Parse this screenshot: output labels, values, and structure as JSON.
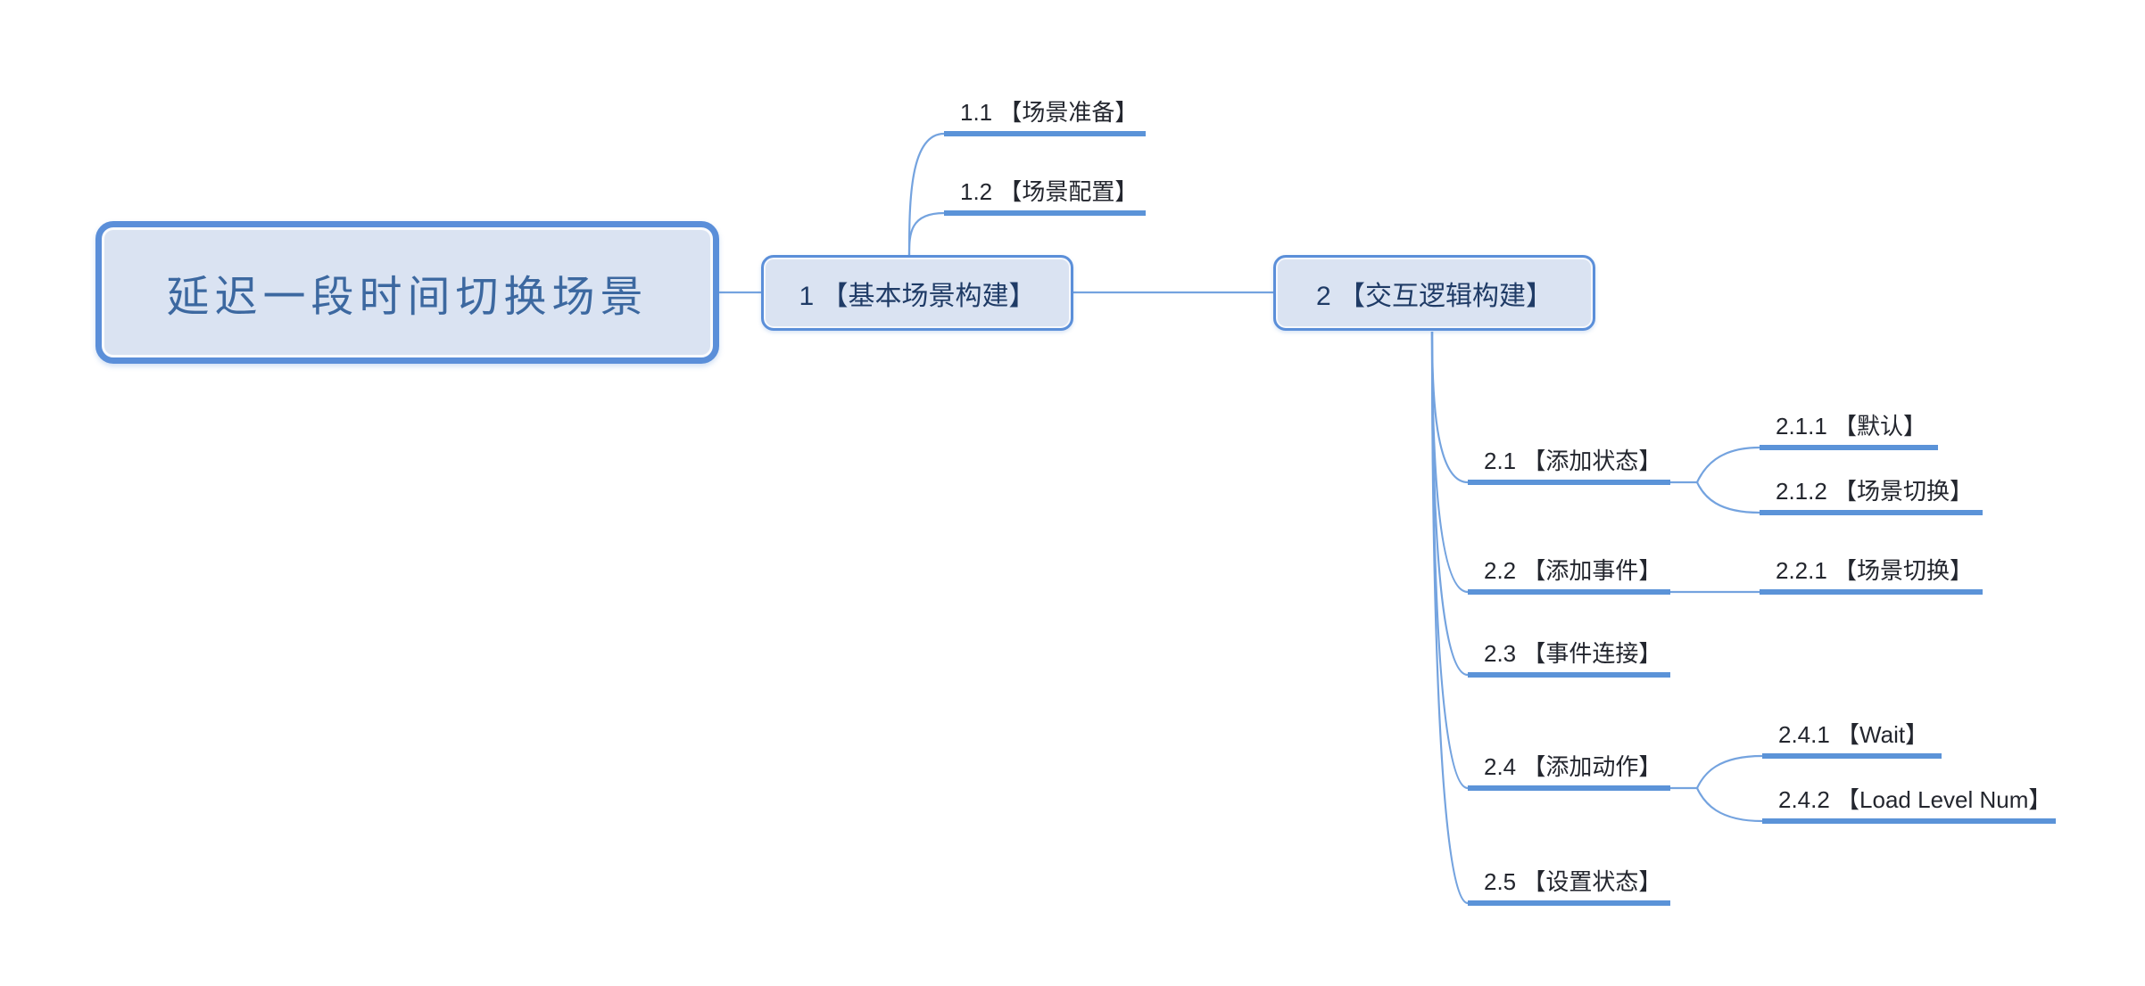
{
  "colors": {
    "canvas_bg": "#ffffff",
    "box_border": "#5b8fd9",
    "box_fill": "#dae3f2",
    "root_text": "#3c68a0",
    "box_text": "#1f3b66",
    "leaf_text": "#23262e",
    "underline": "#5b93d8",
    "connector": "#74a3df"
  },
  "map": {
    "root": {
      "label": "延迟一段时间切换场景",
      "children": [
        {
          "label": "1 【基本场景构建】",
          "children": [
            {
              "label": "1.1 【场景准备】"
            },
            {
              "label": "1.2 【场景配置】"
            }
          ]
        },
        {
          "label": "2 【交互逻辑构建】",
          "children": [
            {
              "label": "2.1 【添加状态】",
              "children": [
                {
                  "label": "2.1.1 【默认】"
                },
                {
                  "label": "2.1.2 【场景切换】"
                }
              ]
            },
            {
              "label": "2.2 【添加事件】",
              "children": [
                {
                  "label": "2.2.1 【场景切换】"
                }
              ]
            },
            {
              "label": "2.3 【事件连接】"
            },
            {
              "label": "2.4 【添加动作】",
              "children": [
                {
                  "label": "2.4.1 【Wait】"
                },
                {
                  "label": "2.4.2 【Load Level Num】"
                }
              ]
            },
            {
              "label": "2.5 【设置状态】"
            }
          ]
        }
      ]
    }
  }
}
